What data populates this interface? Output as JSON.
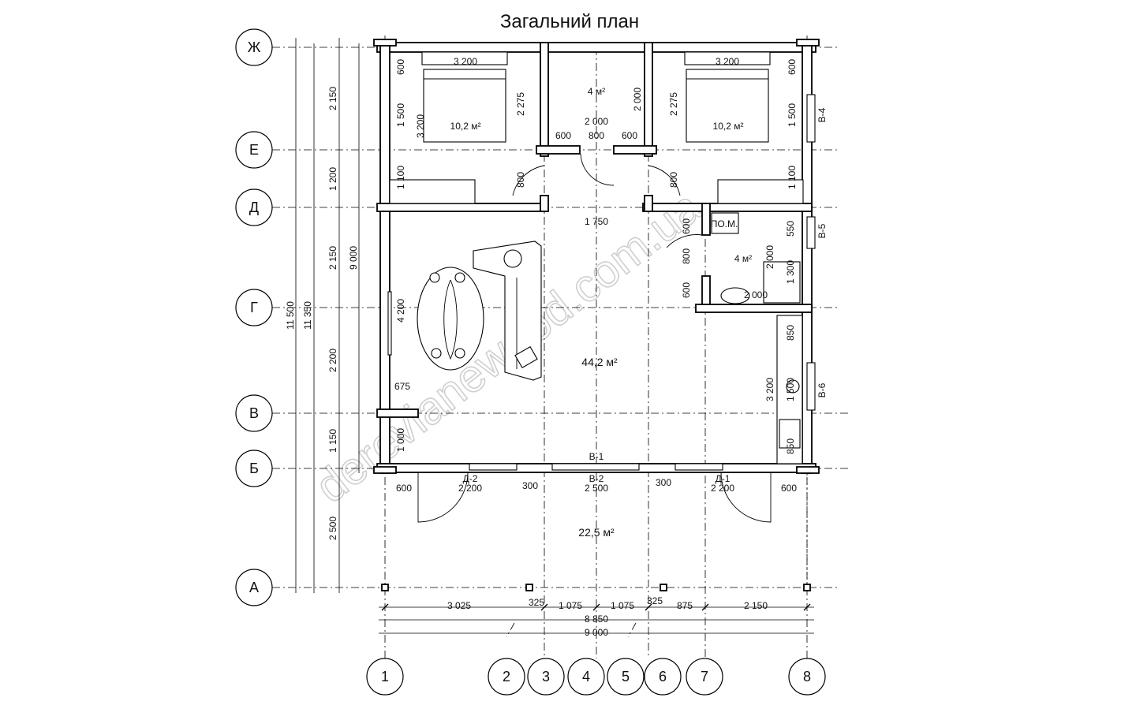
{
  "title": "Загальний план",
  "watermark": "derevianewood.com.ua",
  "axes_letters": [
    "Ж",
    "Е",
    "Д",
    "Г",
    "В",
    "Б",
    "А"
  ],
  "axes_numbers": [
    "1",
    "2",
    "3",
    "4",
    "5",
    "6",
    "7",
    "8"
  ],
  "rooms": {
    "bedroom_left": "10,2 м²",
    "bedroom_right": "10,2 м²",
    "hall_small": "4 м²",
    "bathroom": "4 м²",
    "living": "44,2 м²",
    "terrace": "22,5 м²",
    "boiler_label": "ПО.М."
  },
  "marks": {
    "v1": "В-1",
    "v2": "В-2",
    "v4": "В-4",
    "v5": "В-5",
    "v6": "В-6",
    "d1": "Д-1",
    "d2": "Д-2"
  },
  "dims_left": {
    "zh_e": "2 150",
    "e_d": "1 200",
    "d_g": "2 150",
    "g_v": "2 200",
    "v_b": "1 150",
    "b_a": "2 500",
    "total_9000": "9 000",
    "total_11350": "11 350",
    "total_11500": "11 500"
  },
  "dims_bottom": {
    "d1": "3 025",
    "d2": "325",
    "d3": "1 075",
    "d4": "1 075",
    "d5": "325",
    "d6": "875",
    "d7": "2 150",
    "total_8850": "8 850",
    "total_9000": "9 000"
  },
  "dims_inner": {
    "top_3200_left": "3 200",
    "top_3200_right": "3 200",
    "w600_tl": "600",
    "w600_tr": "600",
    "h1500_left": "1 500",
    "h3200_left": "3 200",
    "h2275_left": "2 275",
    "h2275_right": "2 275",
    "h2000_hall": "2 000",
    "w2000_hall": "2 000",
    "w600_a": "600",
    "w800_hall": "800",
    "w600_b": "600",
    "h1500_right": "1 500",
    "h800_left_door": "800",
    "h800_right_door": "800",
    "h1100_left": "1 100",
    "h1100_right": "1 100",
    "w1750": "1 750",
    "h600_bath_top": "600",
    "h800_bath": "800",
    "h600_bath_bot": "600",
    "h550": "550",
    "h2000_bath": "2 000",
    "h1300": "1 300",
    "w2000_bath": "2 000",
    "h4200": "4 200",
    "w675": "675",
    "h850_top": "850",
    "h3200_kitchen": "3 200",
    "h1500_kitchen": "1 500",
    "h850_bottom": "850",
    "h1000": "1 000",
    "w600_bl": "600",
    "w2200_l": "2 200",
    "w300_l": "300",
    "w2500": "2 500",
    "w300_r": "300",
    "w2200_r": "2 200",
    "w600_br": "600"
  }
}
